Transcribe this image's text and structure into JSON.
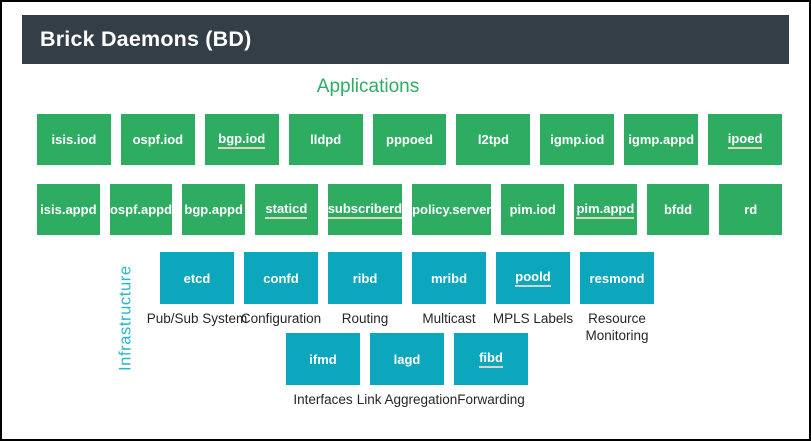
{
  "header": {
    "title": "Brick Daemons (BD)"
  },
  "colors": {
    "header_bg": "#333e46",
    "app_green": "#2ead62",
    "infra_teal": "#0ca7bd",
    "infra_label": "#2bb6cf",
    "caption_text": "#262626"
  },
  "applications": {
    "label": "Applications",
    "rows": [
      [
        {
          "name": "isis.iod",
          "underlined": false
        },
        {
          "name": "ospf.iod",
          "underlined": false
        },
        {
          "name": "bgp.iod",
          "underlined": true
        },
        {
          "name": "lldpd",
          "underlined": false
        },
        {
          "name": "pppoed",
          "underlined": false
        },
        {
          "name": "l2tpd",
          "underlined": false
        },
        {
          "name": "igmp.iod",
          "underlined": false
        },
        {
          "name": "igmp.appd",
          "underlined": false
        },
        {
          "name": "ipoed",
          "underlined": true
        }
      ],
      [
        {
          "name": "isis.appd",
          "underlined": false
        },
        {
          "name": "ospf.appd",
          "underlined": false
        },
        {
          "name": "bgp.appd",
          "underlined": false
        },
        {
          "name": "staticd",
          "underlined": true
        },
        {
          "name": "subscriberd",
          "underlined": true
        },
        {
          "name": "policy.server",
          "underlined": false
        },
        {
          "name": "pim.iod",
          "underlined": false
        },
        {
          "name": "pim.appd",
          "underlined": true
        },
        {
          "name": "bfdd",
          "underlined": false
        },
        {
          "name": "rd",
          "underlined": false
        }
      ]
    ]
  },
  "infrastructure": {
    "label": "Infrastructure",
    "rows": [
      [
        {
          "name": "etcd",
          "caption": "Pub/Sub System",
          "underlined": false
        },
        {
          "name": "confd",
          "caption": "Configuration",
          "underlined": false
        },
        {
          "name": "ribd",
          "caption": "Routing",
          "underlined": false
        },
        {
          "name": "mribd",
          "caption": "Multicast",
          "underlined": false
        },
        {
          "name": "poold",
          "caption": "MPLS Labels",
          "underlined": true
        },
        {
          "name": "resmond",
          "caption": "Resource Monitoring",
          "underlined": false
        }
      ],
      [
        {
          "name": "ifmd",
          "caption": "Interfaces",
          "underlined": false
        },
        {
          "name": "lagd",
          "caption": "Link Aggregation",
          "underlined": false
        },
        {
          "name": "fibd",
          "caption": "Forwarding",
          "underlined": true
        }
      ]
    ]
  }
}
